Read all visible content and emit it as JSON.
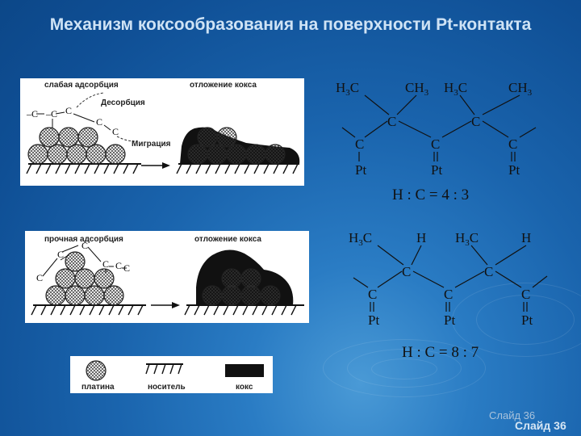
{
  "title": "Механизм коксообразования на поверхности Pt-контакта",
  "slide_label_1": "Слайд 36",
  "slide_label_2": "Слайд 36",
  "panel_weak": {
    "left_heading": "слабая адсорбция",
    "right_heading": "отложение кокса",
    "desorption": "Десорбция",
    "migration": "Миграция",
    "chain": [
      "–C",
      "–C",
      "C",
      "C",
      "C"
    ]
  },
  "panel_strong": {
    "left_heading": "прочная адсорбция",
    "right_heading": "отложение кокса",
    "atoms": [
      "C",
      "C",
      "C",
      "C",
      "C",
      "C"
    ]
  },
  "legend": {
    "platinum": "платина",
    "carrier": "носитель",
    "coke": "кокс"
  },
  "structure_top": {
    "groups": [
      "H3C",
      "CH3",
      "H3C",
      "CH3"
    ],
    "carbons": [
      "C",
      "C",
      "C",
      "C",
      "C"
    ],
    "metal": [
      "Pt",
      "Pt",
      "Pt"
    ],
    "ratio": "H : C = 4 : 3"
  },
  "structure_bottom": {
    "groups": [
      "H3C",
      "H",
      "H3C",
      "H"
    ],
    "carbons": [
      "C",
      "C",
      "C",
      "C",
      "C"
    ],
    "metal": [
      "Pt",
      "Pt",
      "Pt"
    ],
    "ratio": "H : C = 8 : 7"
  }
}
